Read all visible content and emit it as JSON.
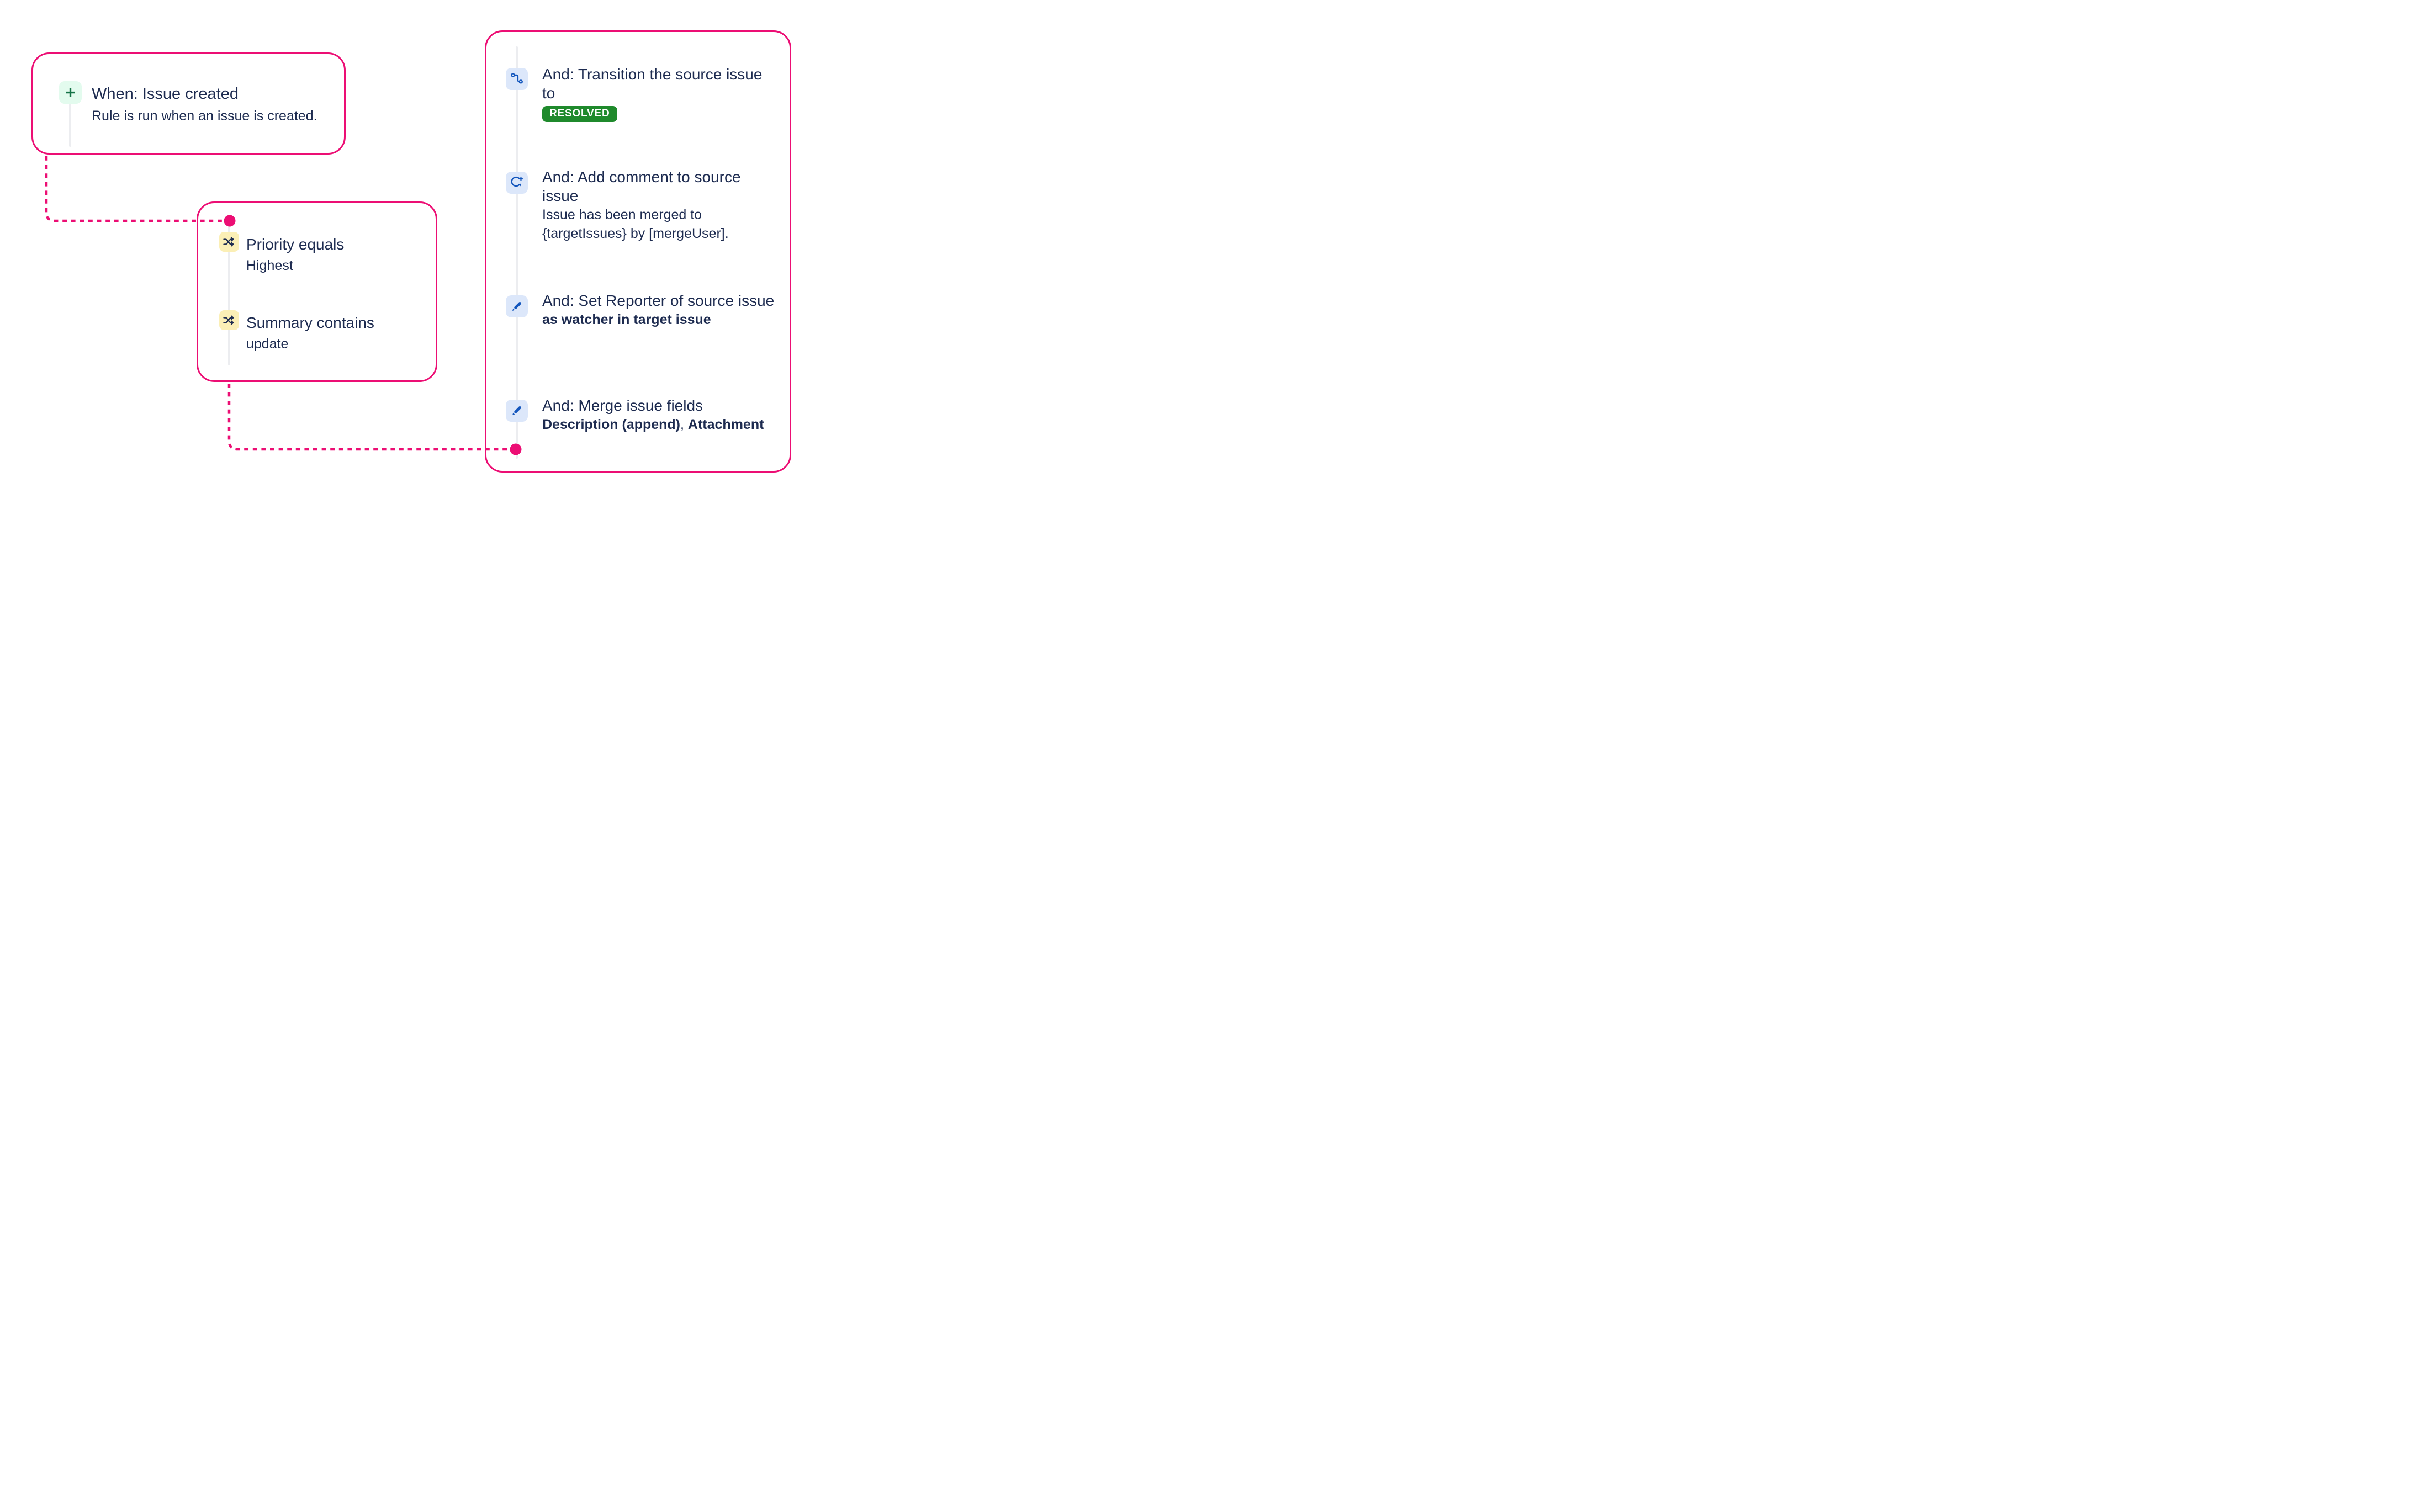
{
  "diagram": {
    "trigger_card": {
      "icon": "plus-icon",
      "title": "When: Issue created",
      "description": "Rule is run when an issue is created."
    },
    "conditions_card": {
      "items": [
        {
          "icon": "shuffle-icon",
          "title": "Priority equals",
          "value": "Highest"
        },
        {
          "icon": "shuffle-icon",
          "title": "Summary contains",
          "value": "update"
        }
      ]
    },
    "actions_card": {
      "items": [
        {
          "icon": "transition-icon",
          "title": "And: Transition the source issue to",
          "badge": "RESOLVED"
        },
        {
          "icon": "comment-add-icon",
          "title": "And: Add comment to source issue",
          "description": "Issue has been merged to {targetIssues} by [mergeUser]."
        },
        {
          "icon": "pencil-icon",
          "title": "And: Set Reporter of source issue",
          "emphasis": "as watcher in target issue"
        },
        {
          "icon": "pencil-icon",
          "title": "And: Merge issue fields",
          "emphasis_parts": {
            "first": "Description (append)",
            "separator": ", ",
            "second": "Attachment"
          }
        }
      ]
    },
    "colors": {
      "accent_pink": "#EC0E74",
      "text_navy": "#1D2B50",
      "badge_green": "#1F8A2C",
      "icon_blue": "#1356BD",
      "icon_blue_bg": "#DCE7FA",
      "icon_yellow_bg": "#FBEFB6",
      "icon_green": "#157347",
      "icon_green_bg": "#E3FBEE",
      "timeline_gray": "#ECEDF0"
    }
  }
}
